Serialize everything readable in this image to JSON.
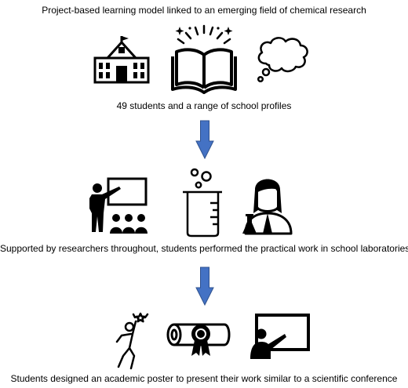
{
  "steps": [
    {
      "caption": "Project-based learning model linked to an emerging field of chemical research",
      "icons": [
        "school-building-icon",
        "open-book-icon",
        "thought-bubble-icon"
      ]
    },
    {
      "caption": "49 students and a range of school profiles"
    },
    {
      "caption": "Supported by researchers throughout, students performed the practical work in school laboratories",
      "icons": [
        "teacher-presentation-icon",
        "beaker-icon",
        "scientist-flask-icon"
      ]
    },
    {
      "caption": "Students designed an academic poster to present their work similar to a scientific conference",
      "icons": [
        "celebrating-person-icon",
        "diploma-scroll-icon",
        "presenter-board-icon"
      ]
    }
  ],
  "colors": {
    "arrow": "#4472C4",
    "arrow_outline": "#2F528F",
    "ink": "#000000"
  }
}
